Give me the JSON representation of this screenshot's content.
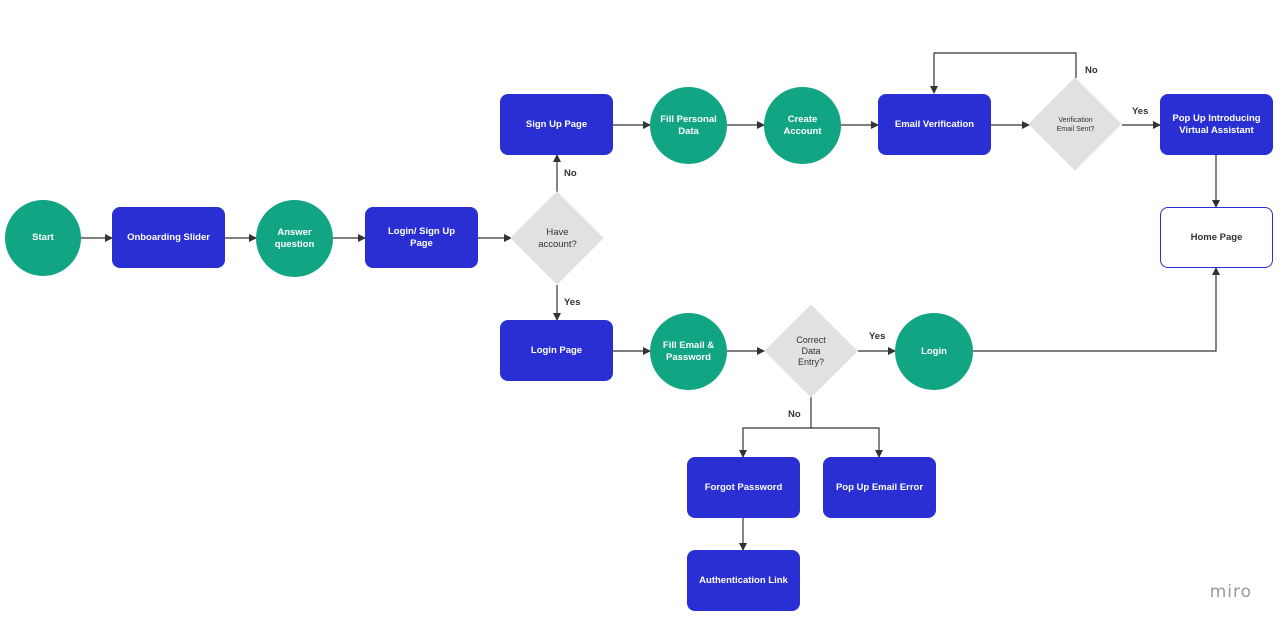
{
  "nodes": {
    "start": "Start",
    "onboarding_slider": "Onboarding Slider",
    "answer_question": "Answer\nquestion",
    "login_signup_page": "Login/ Sign Up\nPage",
    "have_account": "Have\naccount?",
    "sign_up_page": "Sign Up Page",
    "fill_personal_data": "Fill Personal\nData",
    "create_account": "Create\nAccount",
    "email_verification": "Email Verification",
    "verification_email_sent": "Verification\nEmail Sent?",
    "popup_virtual_assistant": "Pop Up Introducing\nVirtual Assistant",
    "home_page": "Home Page",
    "login_page": "Login Page",
    "fill_email_password": "Fill Email &\nPassword",
    "correct_data_entry": "Correct\nData\nEntry?",
    "login": "Login",
    "forgot_password": "Forgot Password",
    "popup_email_error": "Pop Up Email Error",
    "authentication_link": "Authentication Link"
  },
  "edge_labels": {
    "no_signup": "No",
    "yes_login": "Yes",
    "no_verification": "No",
    "yes_verification": "Yes",
    "yes_correct": "Yes",
    "no_correct": "No"
  },
  "brand": "miro",
  "colors": {
    "rect": "#2a2fd4",
    "circle": "#11a583",
    "diamond": "#e1e1e1",
    "line": "#333333"
  }
}
